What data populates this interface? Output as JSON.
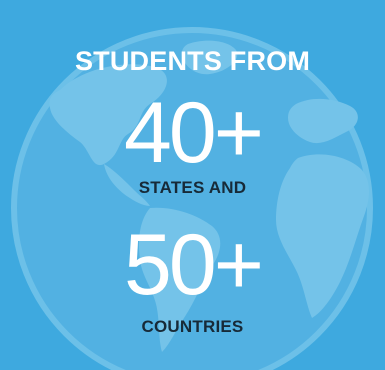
{
  "colors": {
    "background": "#3ea9df",
    "globe_fill": "#5ab6e4",
    "globe_land": "#7cc6ea",
    "white_text": "#ffffff",
    "dark_text": "#172a38"
  },
  "graphic": {
    "icon": "globe-icon"
  },
  "text": {
    "headline": "STUDENTS FROM",
    "states_number": "40+",
    "states_label": "STATES AND",
    "countries_number": "50+",
    "countries_label": "COUNTRIES"
  }
}
